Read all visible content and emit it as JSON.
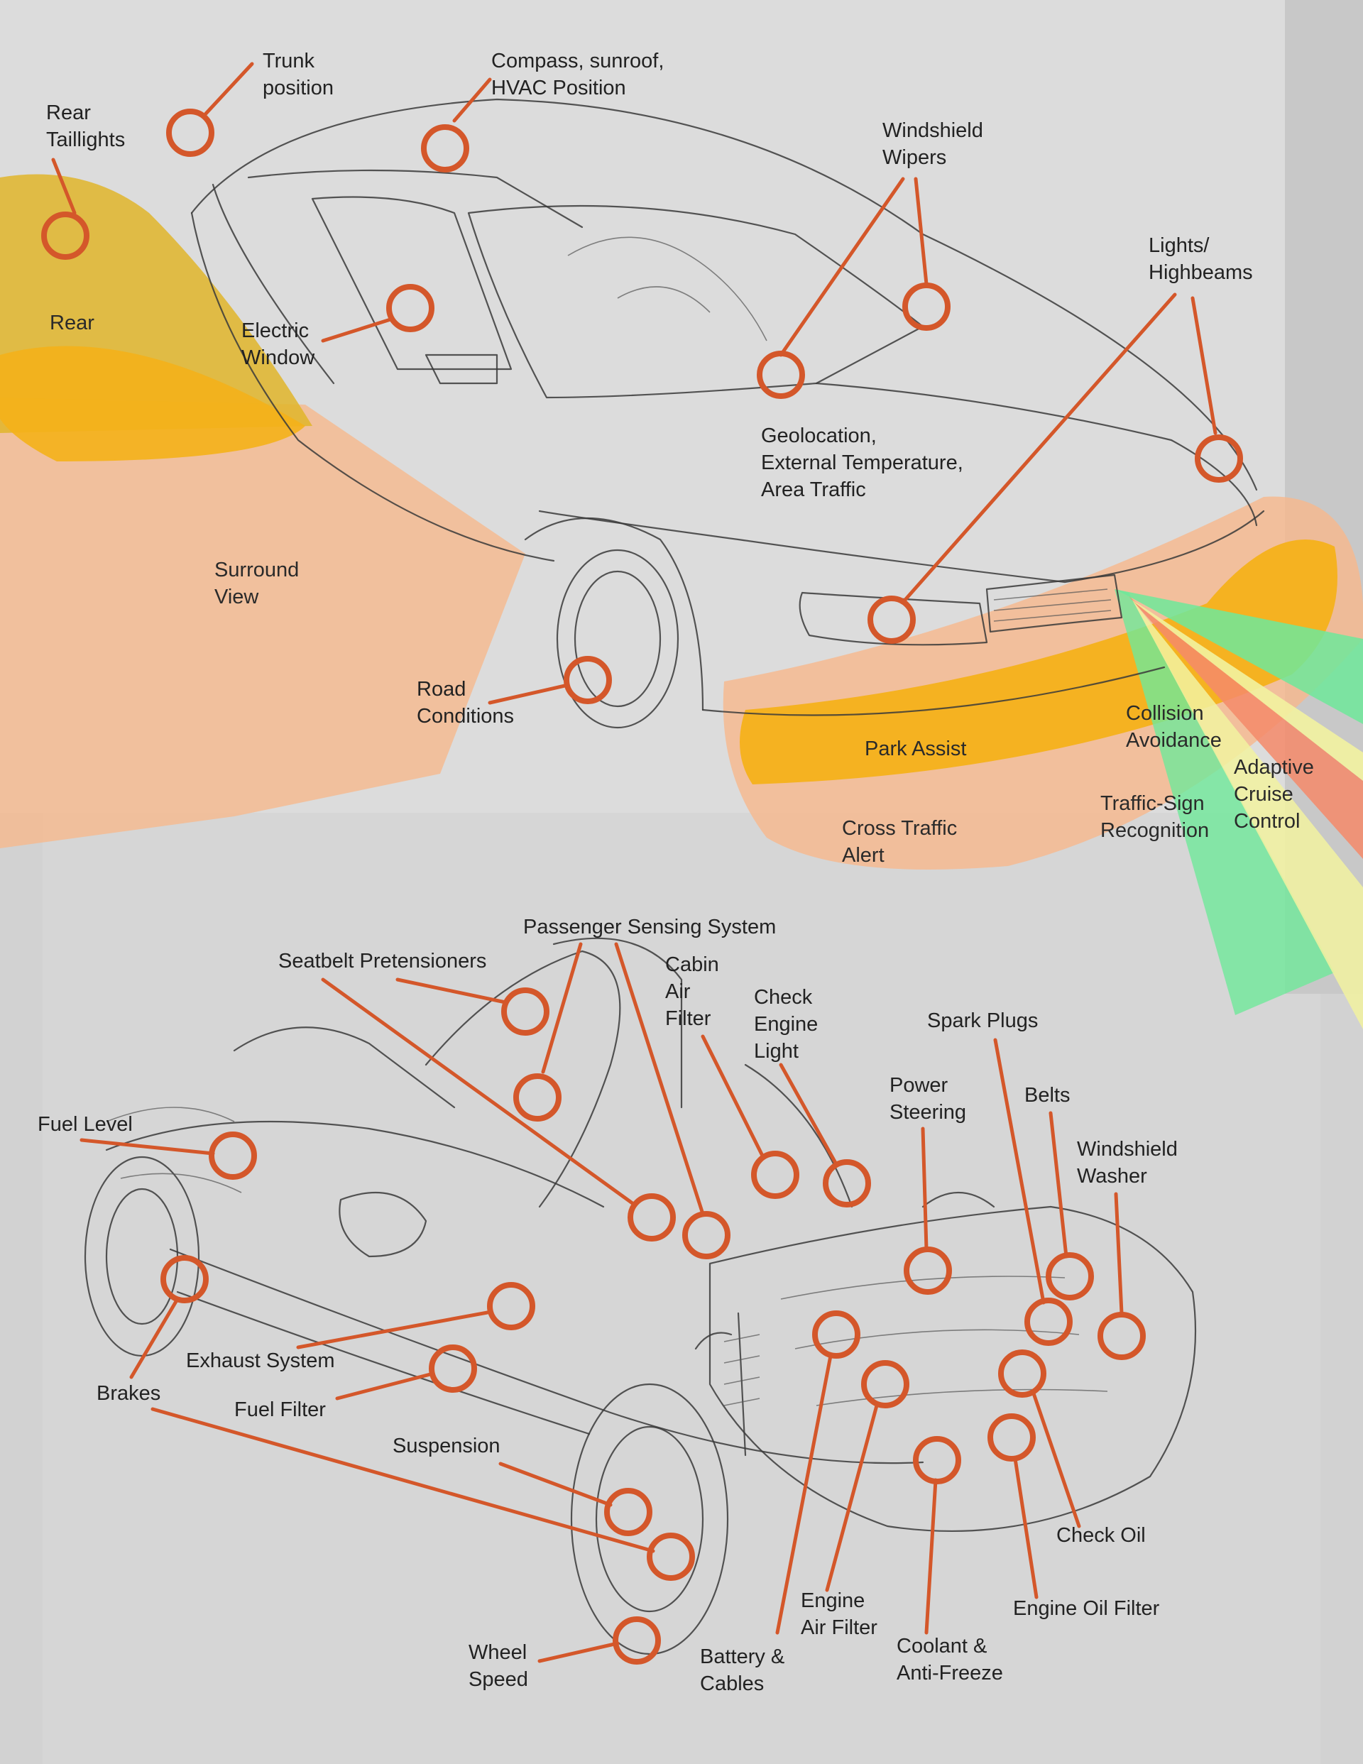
{
  "colors": {
    "marker": "#d4572a",
    "rear_zone": "#e0b52a",
    "park_zone": "#f4b11a",
    "surround_zone": "#f7b88c",
    "collision_beam": "#6fe89a",
    "cruise_beam": "#f48a6a",
    "sign_beam": "#f2f2a0"
  },
  "zones": {
    "rear": "Rear",
    "surround_view": [
      "Surround",
      "View"
    ],
    "park_assist": "Park Assist",
    "cross_traffic": [
      "Cross Traffic",
      "Alert"
    ],
    "collision_avoidance": [
      "Collision",
      "Avoidance"
    ],
    "adaptive_cruise": [
      "Adaptive",
      "Cruise",
      "Control"
    ],
    "traffic_sign": [
      "Traffic-Sign",
      "Recognition"
    ]
  },
  "exterior_labels": {
    "rear_taillights": [
      "Rear",
      "Taillights"
    ],
    "trunk_position": [
      "Trunk",
      "position"
    ],
    "compass": [
      "Compass, sunroof,",
      "HVAC Position"
    ],
    "windshield_wipers": [
      "Windshield",
      "Wipers"
    ],
    "lights": [
      "Lights/",
      "Highbeams"
    ],
    "electric_window": [
      "Electric",
      "Window"
    ],
    "geolocation": [
      "Geolocation,",
      "External Temperature,",
      "Area Traffic"
    ],
    "road_conditions": [
      "Road",
      "Conditions"
    ]
  },
  "interior_labels": {
    "passenger_sensing": "Passenger Sensing System",
    "seatbelt": "Seatbelt Pretensioners",
    "cabin_air": [
      "Cabin",
      "Air",
      "Filter"
    ],
    "check_engine": [
      "Check",
      "Engine",
      "Light"
    ],
    "spark_plugs": "Spark Plugs",
    "power_steering": [
      "Power",
      "Steering"
    ],
    "belts": "Belts",
    "washer": [
      "Windshield",
      "Washer"
    ],
    "fuel_level": "Fuel Level",
    "exhaust": "Exhaust System",
    "brakes": "Brakes",
    "fuel_filter": "Fuel Filter",
    "suspension": "Suspension",
    "check_oil": "Check Oil",
    "engine_air": [
      "Engine",
      "Air Filter"
    ],
    "engine_oil_filter": "Engine Oil Filter",
    "wheel_speed": [
      "Wheel",
      "Speed"
    ],
    "battery": [
      "Battery &",
      "Cables"
    ],
    "coolant": [
      "Coolant &",
      "Anti-Freeze"
    ]
  }
}
